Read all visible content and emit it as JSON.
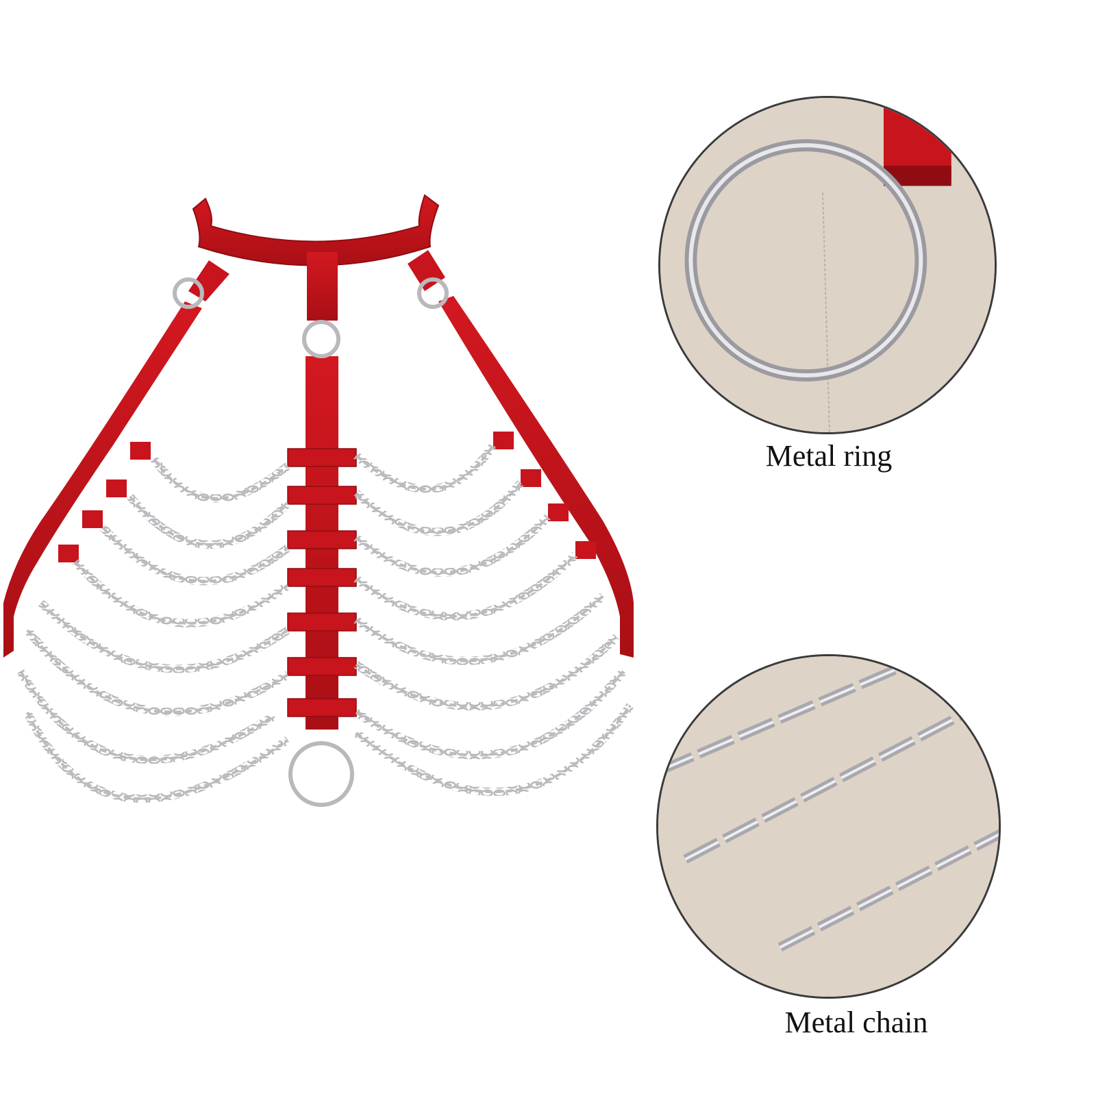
{
  "captions": {
    "ring": "Metal ring",
    "chain": "Metal chain"
  },
  "colors": {
    "strap": "#c8141c",
    "strap_dark": "#8f0d12",
    "metal": "#c9c9cc",
    "canvas": "#ddd3c6",
    "background": "#ffffff"
  },
  "product": {
    "name": "red-body-chain-harness",
    "chain_rows_per_side": 8
  }
}
